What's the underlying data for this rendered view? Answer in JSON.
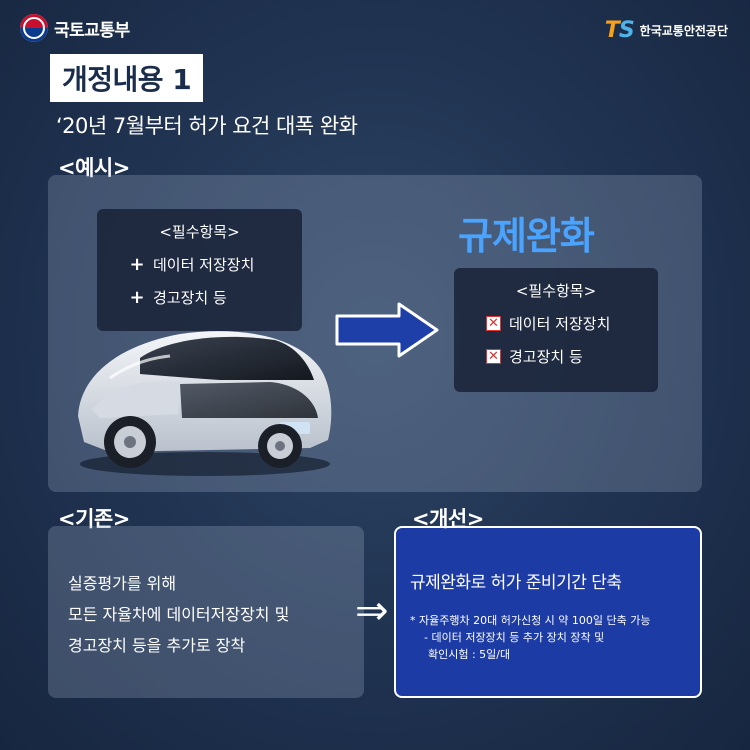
{
  "header": {
    "gov_name": "국토교통부",
    "ts_mark_t": "T",
    "ts_mark_s": "S",
    "ts_org": "한국교통안전공단"
  },
  "title": "개정내용 1",
  "subtitle": "‘20년 7월부터 허가 요건 대폭 완화",
  "example_section": {
    "tag": "<예시>",
    "before_box": {
      "head": "<필수항목>",
      "items": [
        "데이터 저장장치",
        "경고장치 등"
      ]
    },
    "deregulation_label": "규제완화",
    "after_box": {
      "head": "<필수항목>",
      "items": [
        "데이터 저장장치",
        "경고장치 등"
      ]
    }
  },
  "current_section": {
    "tag": "<기존>",
    "lines": [
      "실증평가를 위해",
      "모든 자율차에 데이터저장장치 및",
      "경고장치 등을 추가로 장착"
    ]
  },
  "improved_section": {
    "tag": "<개선>",
    "headline": "규제완화로 허가 준비기간 단축",
    "notes": [
      "* 자율주행차 20대 허가신청 시 약 100일 단축 가능",
      "- 데이터 저장장치 등 추가 장치 장착 및",
      "확인시험 : 5일/대"
    ]
  },
  "colors": {
    "accent_blue": "#4aa3ff",
    "improved_bg": "#1c3ba4",
    "arrow_blue": "#1f3fa8"
  }
}
